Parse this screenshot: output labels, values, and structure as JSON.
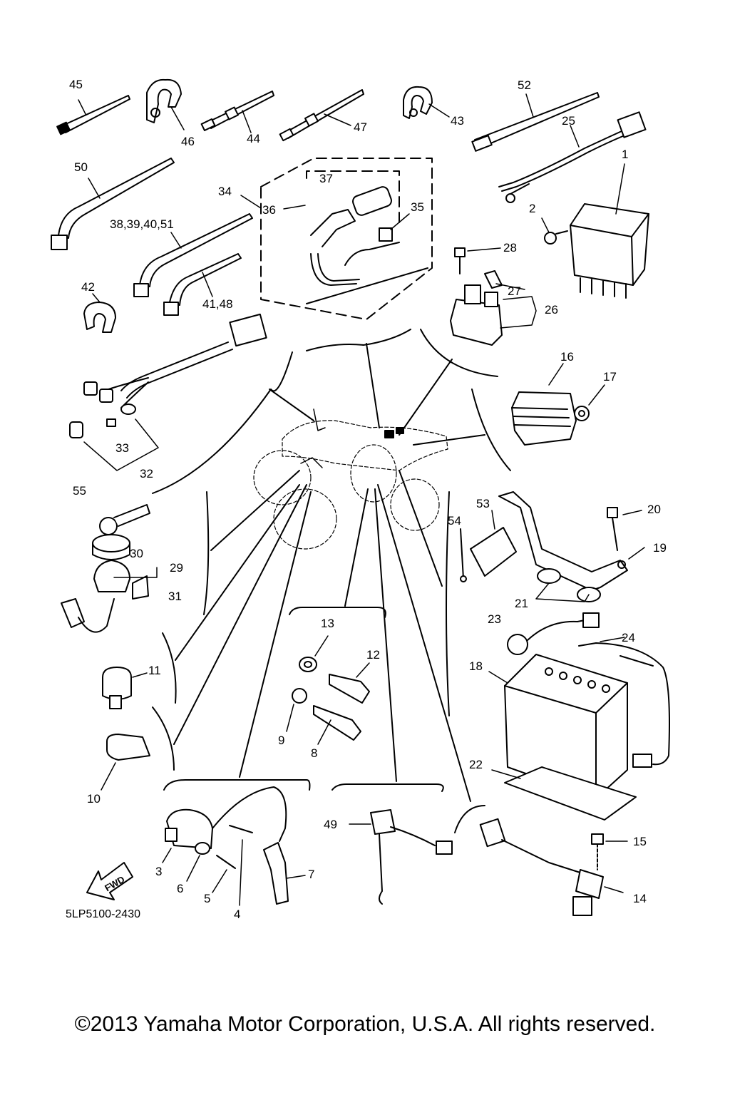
{
  "diagram": {
    "code": "5LP5100-2430",
    "direction_label": "FWD",
    "copyright": "©2013 Yamaha Motor Corporation, U.S.A. All rights reserved.",
    "callouts": [
      {
        "id": "c45",
        "text": "45"
      },
      {
        "id": "c46",
        "text": "46"
      },
      {
        "id": "c44",
        "text": "44"
      },
      {
        "id": "c47",
        "text": "47"
      },
      {
        "id": "c43",
        "text": "43"
      },
      {
        "id": "c52",
        "text": "52"
      },
      {
        "id": "c25",
        "text": "25"
      },
      {
        "id": "c50",
        "text": "50"
      },
      {
        "id": "c34",
        "text": "34"
      },
      {
        "id": "c36",
        "text": "36"
      },
      {
        "id": "c37",
        "text": "37"
      },
      {
        "id": "c35",
        "text": "35"
      },
      {
        "id": "c1",
        "text": "1"
      },
      {
        "id": "c2",
        "text": "2"
      },
      {
        "id": "c38",
        "text": "38,39,40,51"
      },
      {
        "id": "c28",
        "text": "28"
      },
      {
        "id": "c42",
        "text": "42"
      },
      {
        "id": "c41",
        "text": "41,48"
      },
      {
        "id": "c27",
        "text": "27"
      },
      {
        "id": "c26",
        "text": "26"
      },
      {
        "id": "c16",
        "text": "16"
      },
      {
        "id": "c17",
        "text": "17"
      },
      {
        "id": "c33",
        "text": "33"
      },
      {
        "id": "c32",
        "text": "32"
      },
      {
        "id": "c55",
        "text": "55"
      },
      {
        "id": "c53",
        "text": "53"
      },
      {
        "id": "c54",
        "text": "54"
      },
      {
        "id": "c20",
        "text": "20"
      },
      {
        "id": "c19",
        "text": "19"
      },
      {
        "id": "c30",
        "text": "30"
      },
      {
        "id": "c29",
        "text": "29"
      },
      {
        "id": "c31",
        "text": "31"
      },
      {
        "id": "c21",
        "text": "21"
      },
      {
        "id": "c13",
        "text": "13"
      },
      {
        "id": "c23",
        "text": "23"
      },
      {
        "id": "c24",
        "text": "24"
      },
      {
        "id": "c12",
        "text": "12"
      },
      {
        "id": "c11",
        "text": "11"
      },
      {
        "id": "c18",
        "text": "18"
      },
      {
        "id": "c9",
        "text": "9"
      },
      {
        "id": "c8",
        "text": "8"
      },
      {
        "id": "c10",
        "text": "10"
      },
      {
        "id": "c22",
        "text": "22"
      },
      {
        "id": "c49",
        "text": "49"
      },
      {
        "id": "c15",
        "text": "15"
      },
      {
        "id": "c7",
        "text": "7"
      },
      {
        "id": "c3",
        "text": "3"
      },
      {
        "id": "c6",
        "text": "6"
      },
      {
        "id": "c5",
        "text": "5"
      },
      {
        "id": "c4",
        "text": "4"
      },
      {
        "id": "c14",
        "text": "14"
      }
    ]
  }
}
